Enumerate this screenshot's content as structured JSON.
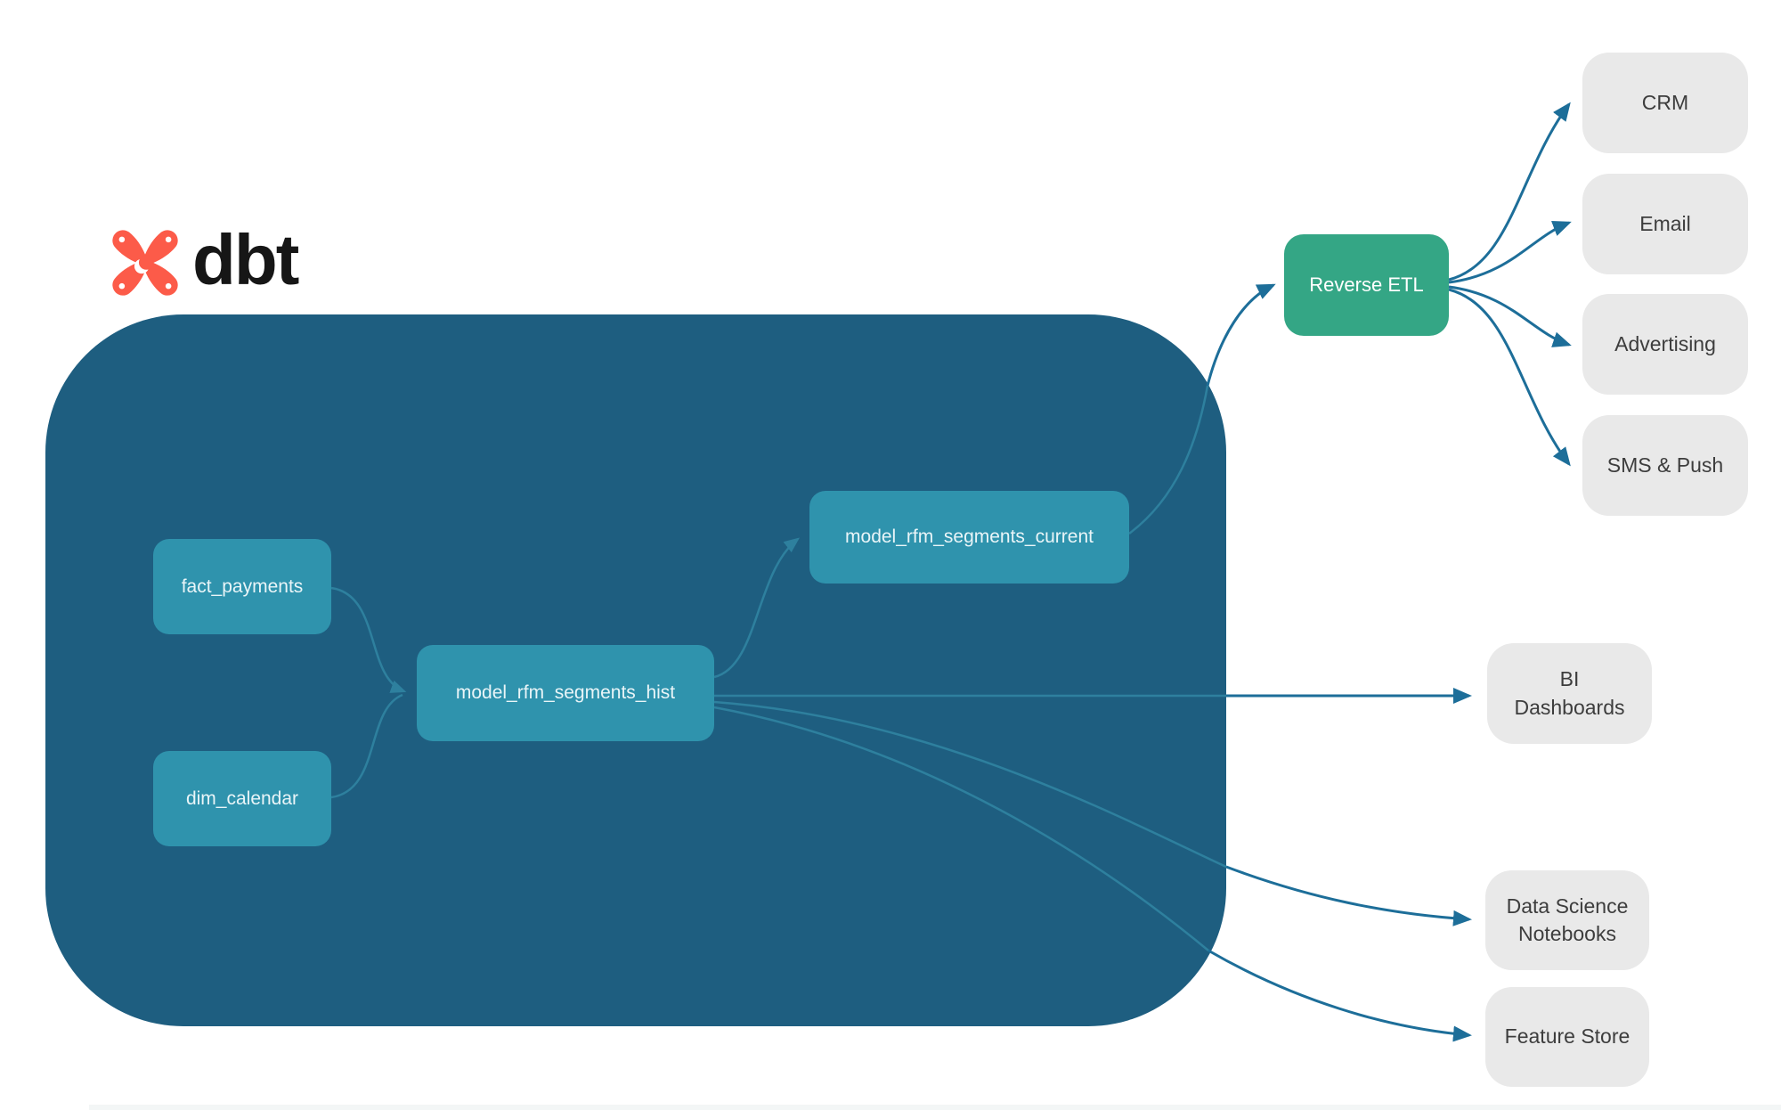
{
  "logo": {
    "text": "dbt"
  },
  "nodes": {
    "fact_payments": {
      "label": "fact_payments"
    },
    "dim_calendar": {
      "label": "dim_calendar"
    },
    "model_rfm_segments_hist": {
      "label": "model_rfm_segments_hist"
    },
    "model_rfm_segments_current": {
      "label": "model_rfm_segments_current"
    },
    "reverse_etl": {
      "label": "Reverse ETL"
    },
    "crm": {
      "label": "CRM"
    },
    "email": {
      "label": "Email"
    },
    "advertising": {
      "label": "Advertising"
    },
    "sms_push": {
      "label": "SMS & Push"
    },
    "bi_dashboards": {
      "label": "BI Dashboards"
    },
    "data_science_notebooks": {
      "label": "Data Science Notebooks"
    },
    "feature_store": {
      "label": "Feature Store"
    }
  },
  "edges": [
    {
      "from": "fact_payments",
      "to": "model_rfm_segments_hist"
    },
    {
      "from": "dim_calendar",
      "to": "model_rfm_segments_hist"
    },
    {
      "from": "model_rfm_segments_hist",
      "to": "model_rfm_segments_current"
    },
    {
      "from": "model_rfm_segments_current",
      "to": "reverse_etl"
    },
    {
      "from": "reverse_etl",
      "to": "crm"
    },
    {
      "from": "reverse_etl",
      "to": "email"
    },
    {
      "from": "reverse_etl",
      "to": "advertising"
    },
    {
      "from": "reverse_etl",
      "to": "sms_push"
    },
    {
      "from": "model_rfm_segments_hist",
      "to": "bi_dashboards"
    },
    {
      "from": "model_rfm_segments_hist",
      "to": "data_science_notebooks"
    },
    {
      "from": "model_rfm_segments_hist",
      "to": "feature_store"
    }
  ],
  "colors": {
    "container": "#1e5e80",
    "model_box": "#2f93ad",
    "reverse_etl": "#34a685",
    "destination_box": "#e9e9e9",
    "connector_inner": "#2e809e",
    "connector_outer": "#1d6e99",
    "logo_orange": "#fc5b49"
  }
}
